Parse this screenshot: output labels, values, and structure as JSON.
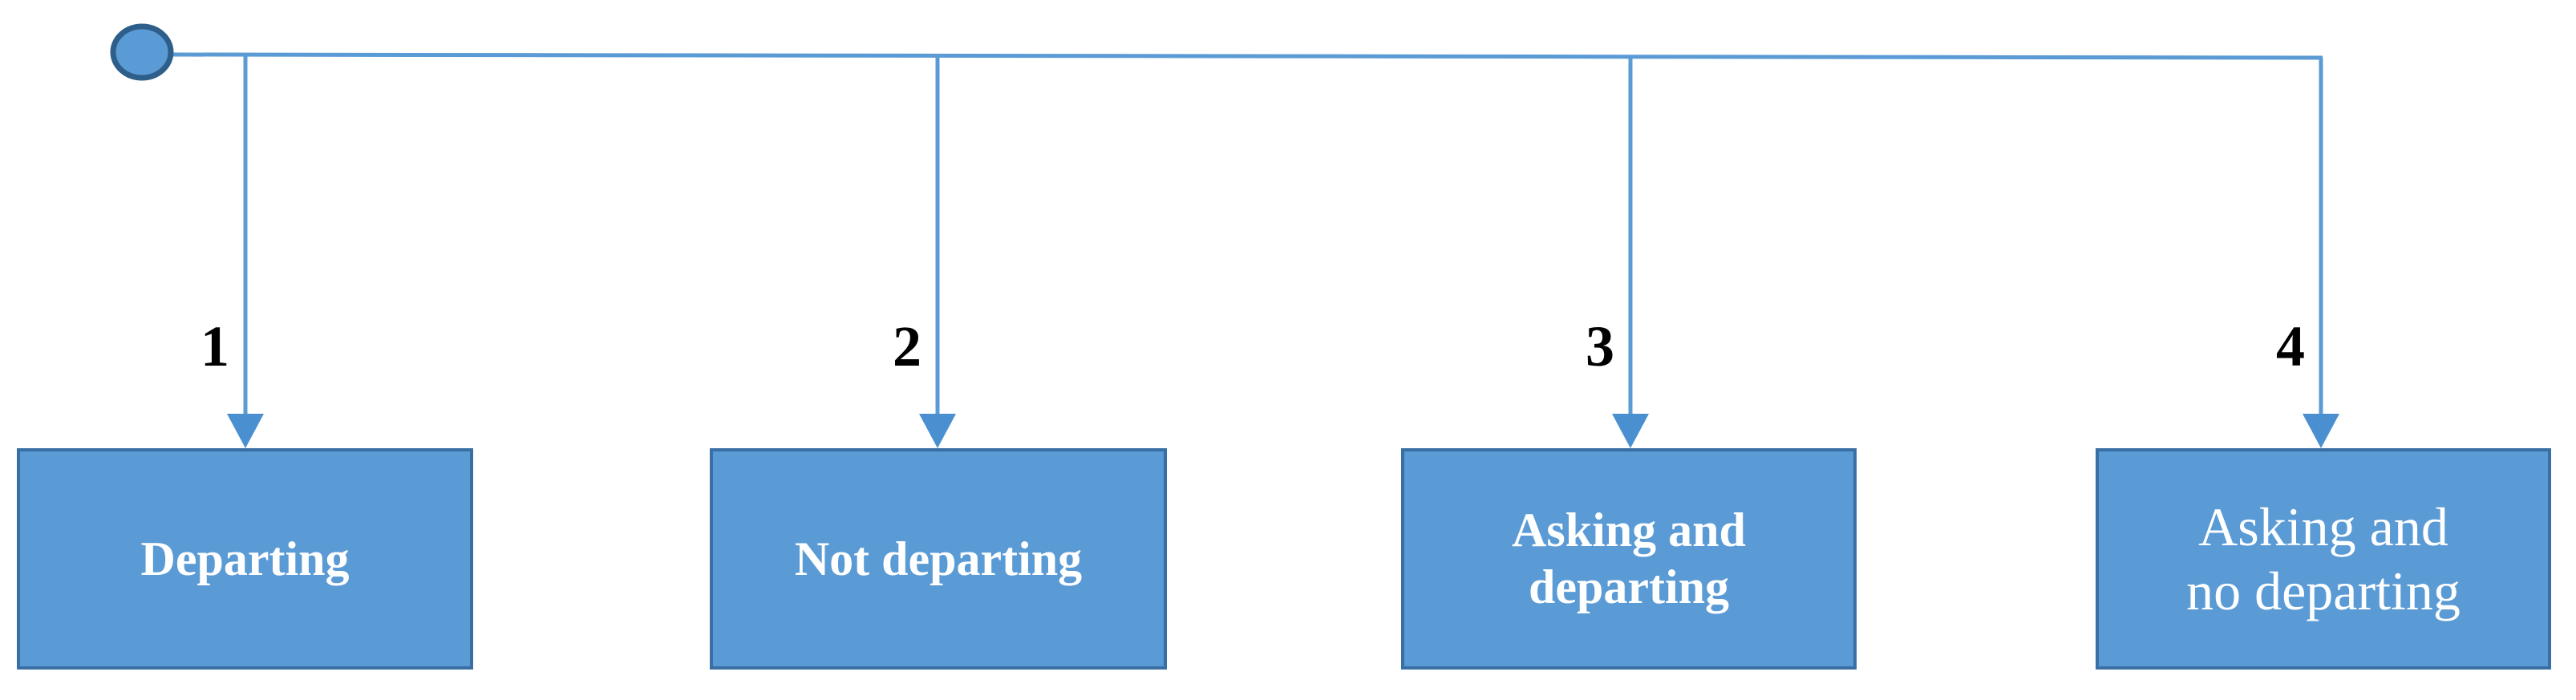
{
  "diagram": {
    "title": "Departure decision branch diagram",
    "colors": {
      "box_fill": "#5B9BD5",
      "box_border": "#3A6FA5",
      "connector": "#5B9BD5",
      "start_node_fill": "#5B9BD5",
      "start_node_border": "#2E5F8A",
      "label_text": "#000000",
      "box_text": "#FFFFFF",
      "background": "#FFFFFF"
    },
    "start_node": {
      "shape": "ellipse",
      "label": ""
    },
    "branches": [
      {
        "number": "1",
        "box_label": "Departing",
        "bold": true
      },
      {
        "number": "2",
        "box_label": "Not departing",
        "bold": true
      },
      {
        "number": "3",
        "box_label": "Asking and\ndeparting",
        "bold": true
      },
      {
        "number": "4",
        "box_label": "Asking and\nno departing",
        "bold": false
      }
    ]
  }
}
